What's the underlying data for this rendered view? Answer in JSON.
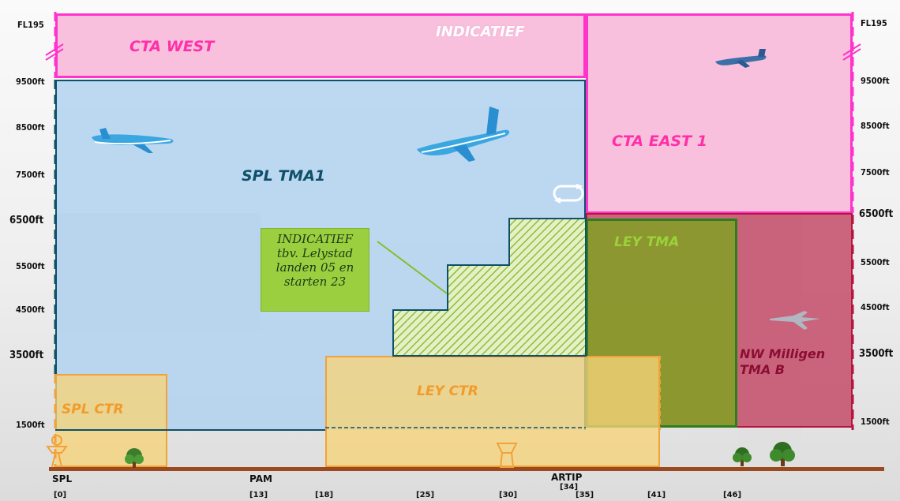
{
  "zones": {
    "cta_west": "CTA WEST",
    "indicatief_top": "INDICATIEF",
    "cta_east": "CTA EAST 1",
    "spl_tma": "SPL TMA1",
    "ley_tma": "LEY TMA",
    "nw_milligen": [
      "NW Milligen",
      "TMA B"
    ],
    "spl_ctr": "SPL CTR",
    "ley_ctr": "LEY CTR"
  },
  "note": [
    "INDICATIEF",
    "tbv. Lelystad",
    "landen 05 en",
    "starten 23"
  ],
  "altitudes_left": [
    "FL195",
    "9500ft",
    "8500ft",
    "7500ft",
    "6500ft",
    "5500ft",
    "4500ft",
    "3500ft",
    "1500ft"
  ],
  "altitudes_right": [
    "FL195",
    "9500ft",
    "8500ft",
    "7500ft",
    "6500ft",
    "5500ft",
    "4500ft",
    "3500ft",
    "1500ft"
  ],
  "places": [
    "SPL",
    "PAM",
    "ARTIP"
  ],
  "milestones": [
    "[0]",
    "[13]",
    "[18]",
    "[25]",
    "[30]",
    "[34]",
    "[35]",
    "[41]",
    "[46]"
  ],
  "colors": {
    "cta": "#ff33cc",
    "spl_tma": "#0e4f6a",
    "ley_tma": "#2f7d1e",
    "nw_milligen": "#b5163f",
    "ctr": "#f2a23a",
    "ground": "#9b4a20"
  },
  "icons": [
    "airplane-icon",
    "tree-icon",
    "tower-icon",
    "holding-pattern-icon",
    "fighter-jet-icon"
  ]
}
